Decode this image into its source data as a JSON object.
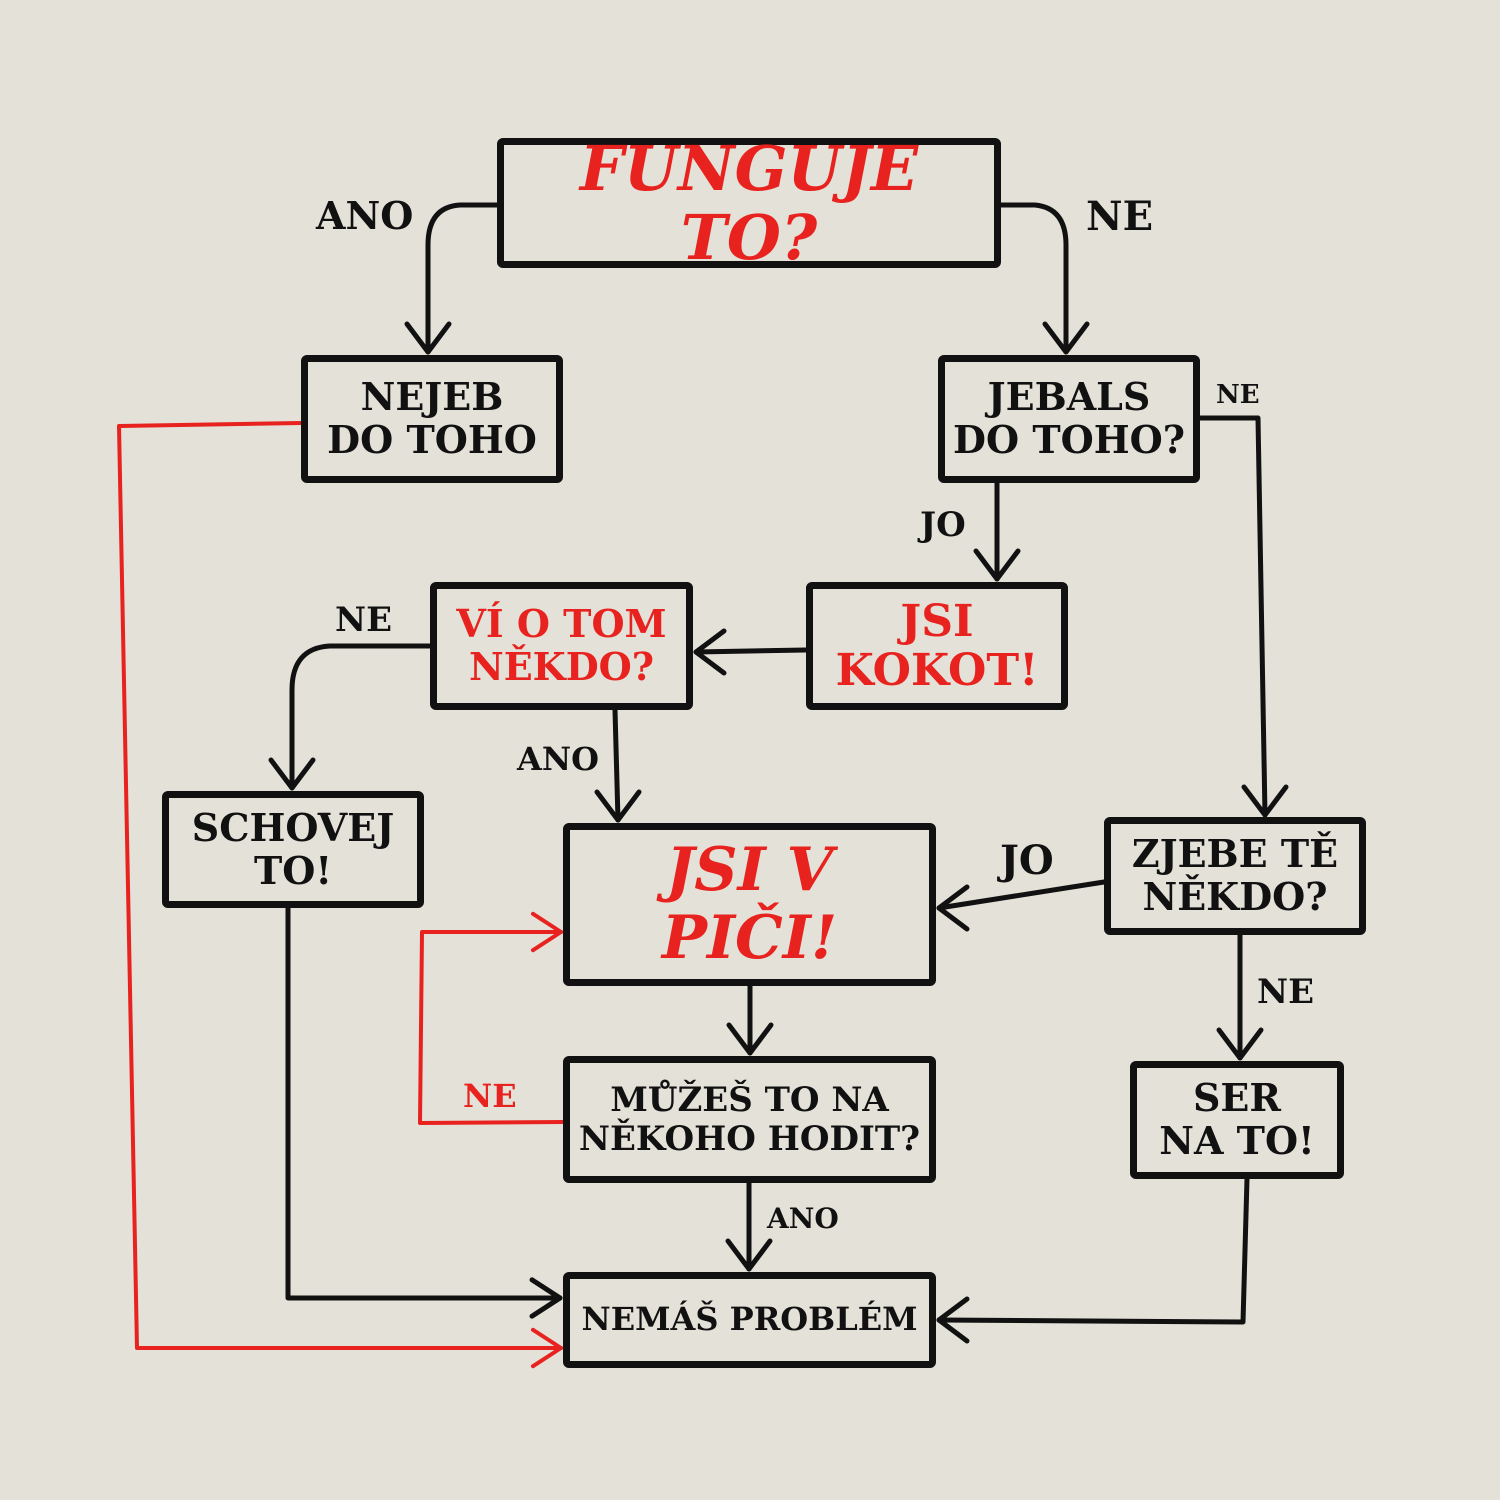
{
  "colors": {
    "background": "#e3e1d8",
    "ink": "#111111",
    "accent": "#e8221e"
  },
  "nodes": {
    "funguje": "FUNGUJE TO?",
    "nejeb": "NEJEB\nDO TOHO",
    "jebals": "JEBALS\nDO TOHO?",
    "vi_o_tom": "VÍ O TOM\nNĚKDO?",
    "jsi_kokot": "JSI\nKOKOT!",
    "schovej": "SCHOVEJ\nTO!",
    "jsi_v_pici": "JSI V PIČI!",
    "zjebe": "ZJEBE TĚ\nNĚKDO?",
    "muzes": "MŮŽEŠ TO NA\nNĚKOHO HODIT?",
    "ser": "SER\nNA TO!",
    "nemas": "NEMÁŠ PROBLÉM"
  },
  "edge_labels": {
    "funguje_ano": "ANO",
    "funguje_ne": "NE",
    "jebals_ne": "NE",
    "jebals_jo": "JO",
    "vi_ne": "NE",
    "vi_ano": "ANO",
    "zjebe_jo": "JO",
    "zjebe_ne": "NE",
    "muzes_ne": "NE",
    "muzes_ano": "ANO"
  }
}
